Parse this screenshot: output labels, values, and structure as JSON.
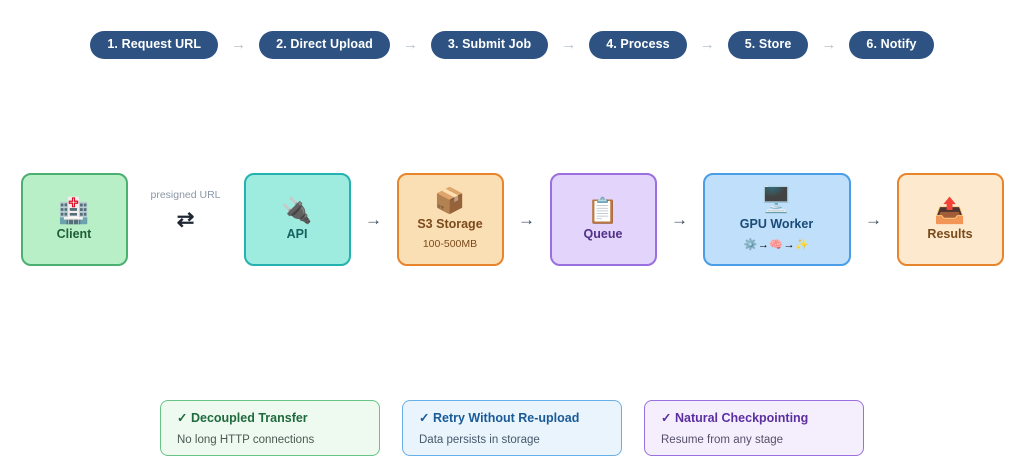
{
  "steps": {
    "arrow_glyph": "→",
    "items": [
      {
        "label": "1. Request URL"
      },
      {
        "label": "2. Direct Upload"
      },
      {
        "label": "3. Submit Job"
      },
      {
        "label": "4. Process"
      },
      {
        "label": "5. Store"
      },
      {
        "label": "6. Notify"
      }
    ]
  },
  "flow": {
    "arrow_glyph": "→",
    "bidirectional_glyph": "⇄",
    "edge_label_presigned": "presigned URL",
    "nodes": [
      {
        "icon": "🏥",
        "icon_name": "hospital-icon",
        "label": "Client",
        "sub": ""
      },
      {
        "icon": "🔌",
        "icon_name": "electric-plug-icon",
        "label": "API",
        "sub": ""
      },
      {
        "icon": "📦",
        "icon_name": "package-icon",
        "label": "S3 Storage",
        "sub": "100-500MB"
      },
      {
        "icon": "📋",
        "icon_name": "clipboard-icon",
        "label": "Queue",
        "sub": ""
      },
      {
        "icon": "🖥️",
        "icon_name": "desktop-computer-icon",
        "label": "GPU Worker",
        "sub": "⚙️→🧠→✨"
      },
      {
        "icon": "📤",
        "icon_name": "outbox-tray-icon",
        "label": "Results",
        "sub": ""
      }
    ]
  },
  "benefits": {
    "check_glyph": "✓",
    "items": [
      {
        "title": "Decoupled Transfer",
        "desc": "No long HTTP connections"
      },
      {
        "title": "Retry Without Re-upload",
        "desc": "Data persists in storage"
      },
      {
        "title": "Natural Checkpointing",
        "desc": "Resume from any stage"
      }
    ]
  },
  "colors": {
    "pill_bg": "#2e5382",
    "pill_text": "#ffffff",
    "step_arrow": "#b9c2cc",
    "flow_arrow": "#3a4a5e",
    "client_fill": "#b9efc7",
    "client_border": "#4caf72",
    "api_fill": "#9eecdf",
    "api_border": "#24b2b0",
    "s3_fill": "#fbdfb4",
    "s3_border": "#e8842a",
    "queue_fill": "#e2d4fb",
    "queue_border": "#9a6fe0",
    "worker_fill": "#bfdffa",
    "worker_border": "#4a9de6",
    "results_fill": "#fde9cd",
    "results_border": "#e8842a",
    "background": "#ffffff"
  }
}
